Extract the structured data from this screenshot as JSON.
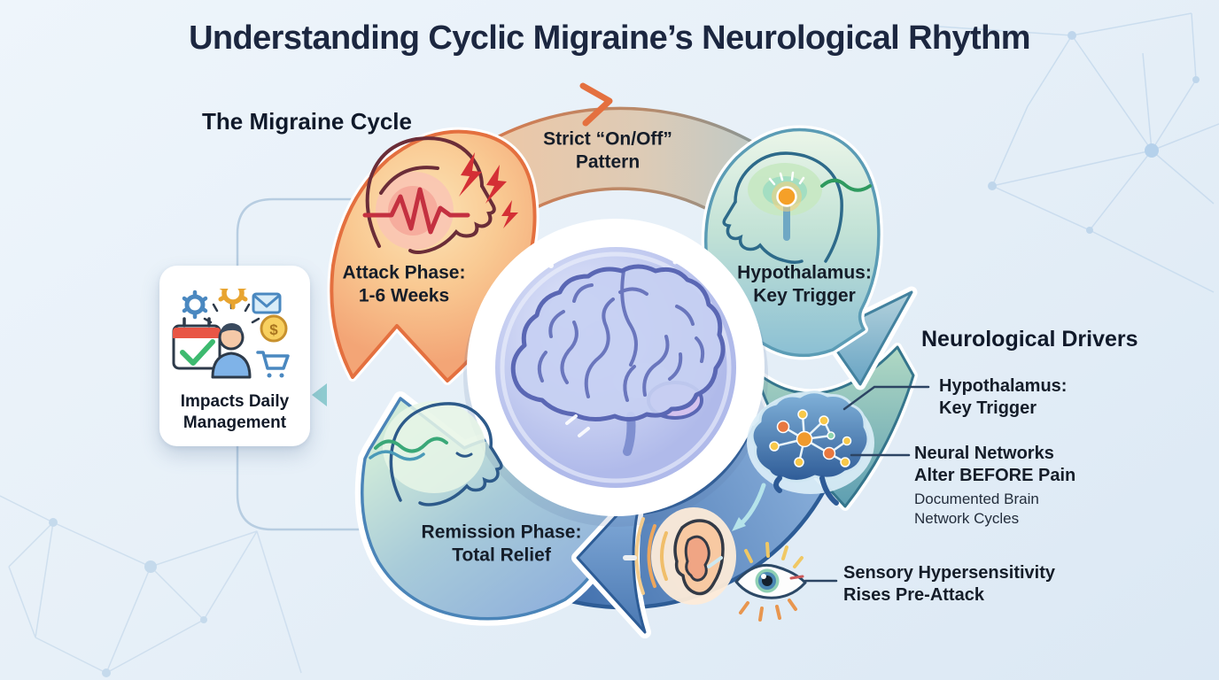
{
  "title": "Understanding Cyclic Migraine’s Neurological Rhythm",
  "cycle": {
    "heading": "The Migraine Cycle",
    "top_label": "Strict “On/Off”\nPattern",
    "attack_label": "Attack Phase:\n1-6 Weeks",
    "hypothalamus_label": "Hypothalamus:\nKey Trigger",
    "remission_label": "Remission Phase:\nTotal Relief",
    "center_icon": "brain-icon",
    "phase_icons": [
      "attack-head-icon",
      "hypothalamus-head-icon",
      "calm-head-icon"
    ]
  },
  "impact_card": {
    "label": "Impacts Daily\nManagement",
    "currency_symbol": "$",
    "icons": [
      "gear-icon",
      "gear-icon",
      "email-icon",
      "calendar-check-icon",
      "person-icon",
      "dollar-coin-icon",
      "shopping-cart-icon"
    ]
  },
  "drivers": {
    "heading": "Neurological Drivers",
    "items": [
      {
        "title": "Hypothalamus:\nKey Trigger"
      },
      {
        "title": "Neural Networks\nAlter BEFORE Pain",
        "subtitle": "Documented Brain\nNetwork Cycles"
      },
      {
        "title": "Sensory Hypersensitivity\nRises Pre-Attack"
      }
    ],
    "icons": [
      "neural-network-brain-icon",
      "ear-icon",
      "eye-icon"
    ]
  },
  "colors": {
    "background": "#e9f1f9",
    "title_text": "#1c2740",
    "attack_orange": "#e4703f",
    "cycle_teal": "#5b9cb5",
    "cycle_green": "#2f7187",
    "cycle_blue": "#2c5c95",
    "node_orange": "#f09a2e"
  }
}
